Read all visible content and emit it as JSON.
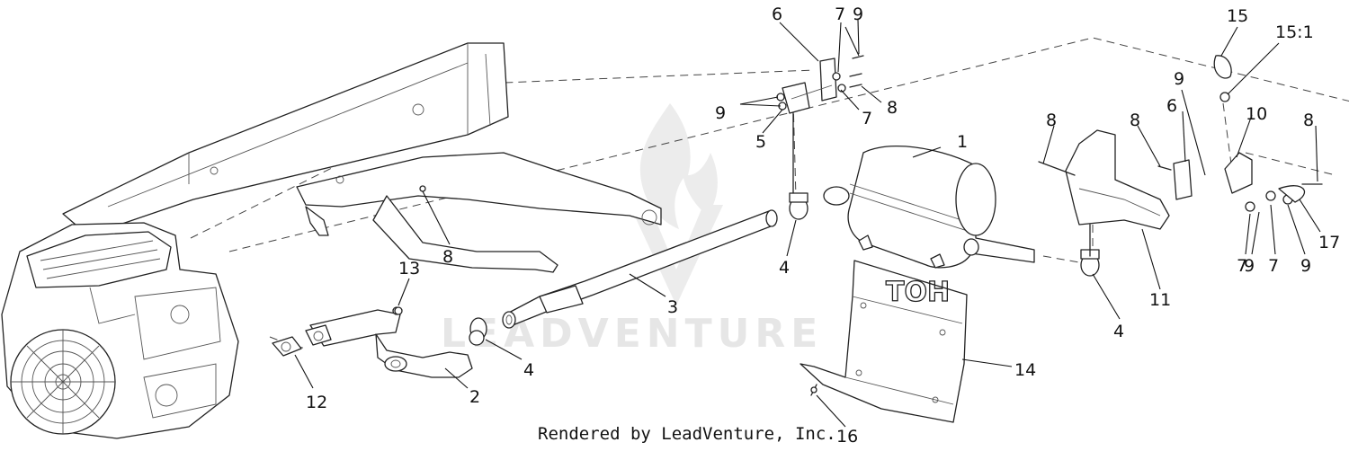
{
  "watermark": {
    "text": "LEADVENTURE"
  },
  "footer": {
    "text": "Rendered by LeadVenture, Inc."
  },
  "shield_marking": "TOH",
  "callouts": [
    {
      "id": "c1",
      "label": "1"
    },
    {
      "id": "c2",
      "label": "2"
    },
    {
      "id": "c3",
      "label": "3"
    },
    {
      "id": "c4a",
      "label": "4"
    },
    {
      "id": "c4b",
      "label": "4"
    },
    {
      "id": "c4c",
      "label": "4"
    },
    {
      "id": "c5",
      "label": "5"
    },
    {
      "id": "c6a",
      "label": "6"
    },
    {
      "id": "c6b",
      "label": "6"
    },
    {
      "id": "c7a",
      "label": "7"
    },
    {
      "id": "c7b",
      "label": "7"
    },
    {
      "id": "c7c",
      "label": "7"
    },
    {
      "id": "c7d",
      "label": "7"
    },
    {
      "id": "c8a",
      "label": "8"
    },
    {
      "id": "c8b",
      "label": "8"
    },
    {
      "id": "c8c",
      "label": "8"
    },
    {
      "id": "c8d",
      "label": "8"
    },
    {
      "id": "c8e",
      "label": "8"
    },
    {
      "id": "c9a",
      "label": "9"
    },
    {
      "id": "c9b",
      "label": "9"
    },
    {
      "id": "c9c",
      "label": "9"
    },
    {
      "id": "c9d",
      "label": "9"
    },
    {
      "id": "c9e",
      "label": "9"
    },
    {
      "id": "c10",
      "label": "10"
    },
    {
      "id": "c11",
      "label": "11"
    },
    {
      "id": "c12",
      "label": "12"
    },
    {
      "id": "c13",
      "label": "13"
    },
    {
      "id": "c14",
      "label": "14"
    },
    {
      "id": "c15",
      "label": "15"
    },
    {
      "id": "c151",
      "label": "15:1"
    },
    {
      "id": "c16",
      "label": "16"
    },
    {
      "id": "c17",
      "label": "17"
    }
  ]
}
